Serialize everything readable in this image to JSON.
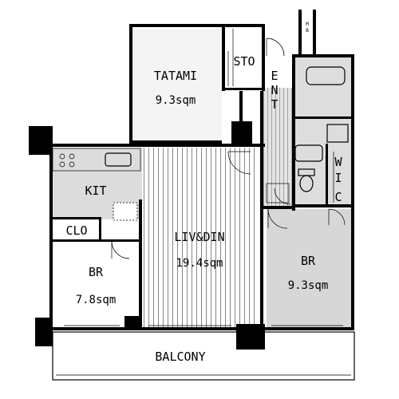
{
  "rooms": {
    "tatami": {
      "label": "TATAMI",
      "area": "9.3sqm"
    },
    "sto": {
      "label": "STO"
    },
    "ent": {
      "label_lines": [
        "E",
        "N",
        "T"
      ]
    },
    "mb": {
      "label_lines": [
        "M",
        "B"
      ]
    },
    "wic": {
      "label_lines": [
        "W",
        "I",
        "C"
      ]
    },
    "kit": {
      "label": "KIT"
    },
    "clo": {
      "label": "CLO"
    },
    "liv_din": {
      "label": "LIV&DIN",
      "area": "19.4sqm"
    },
    "br_left": {
      "label": "BR",
      "area": "7.8sqm"
    },
    "br_right": {
      "label": "BR",
      "area": "9.3sqm"
    },
    "balcony": {
      "label": "BALCONY"
    }
  },
  "colors": {
    "wall": "#000000",
    "wet_area": "#d9d9d9",
    "tatami_floor": "#f2f2f2",
    "wood_floor": "#ffffff",
    "balcony": "#ffffff"
  }
}
